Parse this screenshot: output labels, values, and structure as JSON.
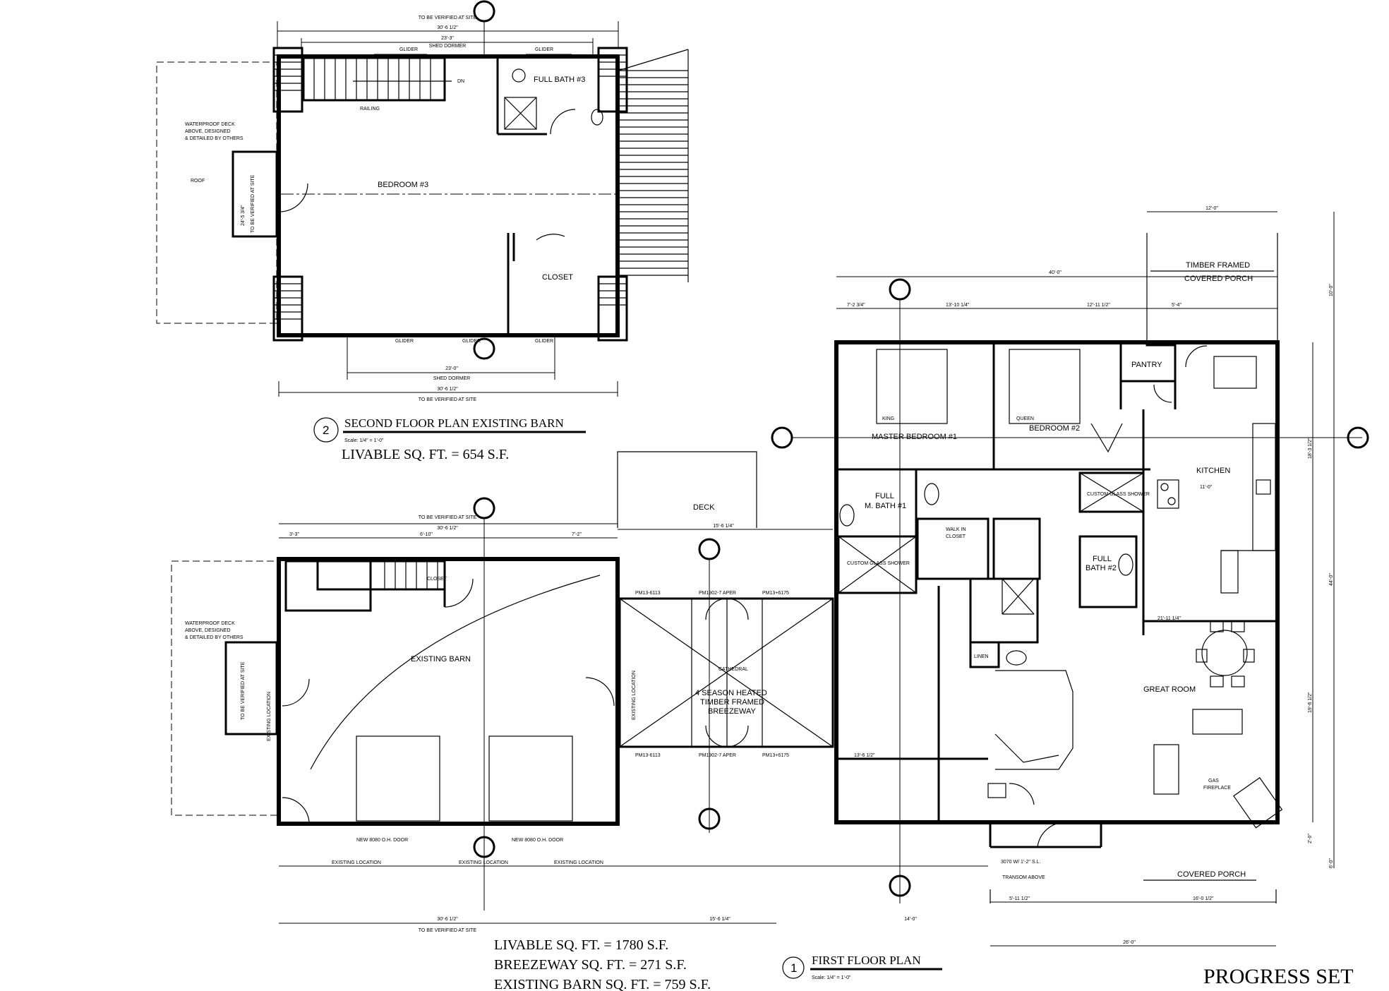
{
  "second_floor": {
    "title": "SECOND FLOOR PLAN EXISTING BARN",
    "scale": "Scale: 1/4\" = 1'-0\"",
    "livable": "LIVABLE SQ. FT. = 654 S.F.",
    "number": "2",
    "rooms": {
      "bedroom3": "BEDROOM #3",
      "full_bath3": "FULL BATH #3",
      "closet": "CLOSET"
    },
    "notes": {
      "verify_top": "TO BE VERIFIED AT SITE",
      "verify_bottom": "TO BE VERIFIED AT SITE",
      "verify_side": "TO BE VERIFIED AT SITE",
      "shed_dormer_top": "SHED DORMER",
      "shed_dormer_bottom": "SHED DORMER",
      "deck_note_1": "WATERPROOF DECK",
      "deck_note_2": "ABOVE, DESIGNED",
      "deck_note_3": "& DETAILED BY OTHERS",
      "roof": "ROOF",
      "dn": "DN",
      "railing": "RAILING",
      "glider_1": "GLIDER",
      "glider_2": "GLIDER",
      "glider_3": "GLIDER",
      "glider_4": "GLIDER",
      "glider_5": "GLIDER"
    },
    "dims": {
      "overall_top": "30'-6 1/2\"",
      "dormer_top": "23'-3\"",
      "dormer_bottom": "23'-0\"",
      "overall_bottom": "30'-6 1/2\"",
      "side": "24'-5 3/4\""
    }
  },
  "first_floor": {
    "title": "FIRST FLOOR PLAN",
    "scale": "Scale: 1/4\" = 1'-0\"",
    "number": "1",
    "areas": [
      "LIVABLE SQ. FT. = 1780 S.F.",
      "BREEZEWAY SQ. FT. = 271 S.F.",
      "EXISTING BARN SQ. FT. = 759 S.F."
    ],
    "rooms": {
      "timber_porch_1": "TIMBER FRAMED",
      "timber_porch_2": "COVERED PORCH",
      "pantry": "PANTRY",
      "master_bedroom": "MASTER BEDROOM #1",
      "bedroom2": "BEDROOM #2",
      "kitchen": "KITCHEN",
      "full_m_bath_1": "FULL",
      "full_m_bath_2": "M. BATH #1",
      "walk_in_closet_1": "WALK IN",
      "walk_in_closet_2": "CLOSET",
      "custom_shower": "CUSTOM GLASS SHOWER",
      "custom_shower_2": "CUSTOM GLASS SHOWER",
      "full_bath2_1": "FULL",
      "full_bath2_2": "BATH #2",
      "great_room": "GREAT ROOM",
      "linen": "LINEN",
      "deck": "DECK",
      "existing_barn": "EXISTING BARN",
      "breezeway_1": "4 SEASON HEATED",
      "breezeway_2": "TIMBER FRAMED",
      "breezeway_3": "BREEZEWAY",
      "covered_porch": "COVERED PORCH",
      "gas_fireplace_1": "GAS",
      "gas_fireplace_2": "FIREPLACE",
      "closet": "CLOSET",
      "king": "KING",
      "queen": "QUEEN",
      "cathedral": "CATHEDRAL"
    },
    "notes": {
      "verify_top": "TO BE VERIFIED AT SITE",
      "verify_bottom": "TO BE VERIFIED AT SITE",
      "verify_side": "TO BE VERIFIED AT SITE",
      "deck_note_1": "WATERPROOF DECK",
      "deck_note_2": "ABOVE, DESIGNED",
      "deck_note_3": "& DETAILED BY OTHERS",
      "door_1": "NEW 8080 O.H. DOOR",
      "door_2": "NEW 8080 O.H. DOOR",
      "existing_loc_1": "EXISTING LOCATION",
      "existing_loc_2": "EXISTING LOCATION",
      "existing_loc_3": "EXISTING LOCATION",
      "existing_loc_side": "EXISTING LOCATION",
      "existing_loc_side_2": "EXISTING LOCATION",
      "transom": "TRANSOM ABOVE",
      "front_door": "3070 W/ 1'-2\" S.L.",
      "pm_1": "PM13-6113",
      "pm_2": "PM1902-7 APER",
      "pm_3": "PM13+6175",
      "pm_4": "PM13-6113",
      "pm_5": "PM1902-7 APER",
      "pm_6": "PM13+6175"
    },
    "dims": {
      "overall_top": "30'-6 1/2\"",
      "overall_bottom": "30'-6 1/2\"",
      "house_top": "40'-0\"",
      "porch_top": "12'-0\"",
      "row_a": "7'-2 3/4\"",
      "row_b": "13'-10 1/4\"",
      "row_c": "12'-11 1/2\"",
      "row_d": "5'-4\"",
      "barn_left": "3'-3\"",
      "barn_mid": "6'-10\"",
      "barn_right": "7'-2\"",
      "breeze_top": "15'-6 1/4\"",
      "breeze_bottom": "15'-6 1/4\"",
      "house_bottom": "14'-0\"",
      "right_overall": "44'-0\"",
      "right_a": "18'-3 1/2\"",
      "right_b": "19'-6 1/2\"",
      "right_c": "10'-0\"",
      "right_d": "6'-0\"",
      "right_e": "2'-0\"",
      "bottom_a": "5'-11 1/2\"",
      "bottom_b": "16'-0 1/2\"",
      "bottom_c": "26'-0\"",
      "kitchen_w": "11'-0\"",
      "great_w": "21'-11 1/4\"",
      "master_w": "13'-6 1/2\""
    }
  },
  "stamp": "PROGRESS SET"
}
